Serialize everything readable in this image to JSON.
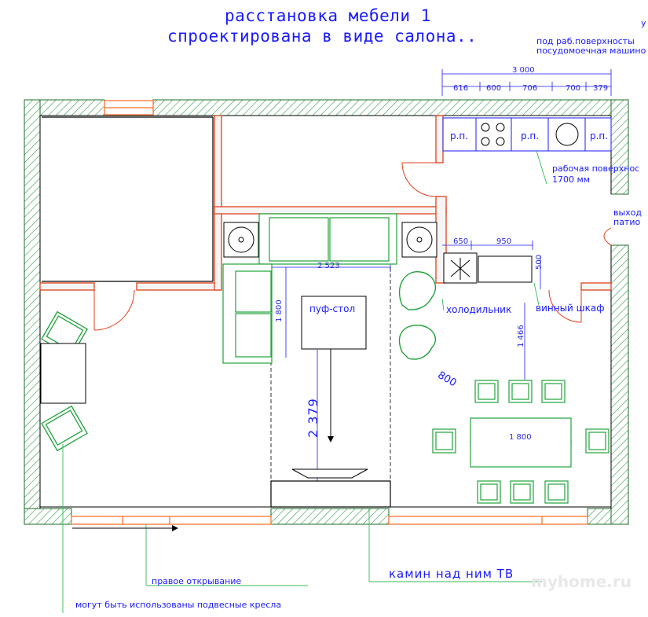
{
  "title": {
    "line1": "расстановка мебели 1",
    "line2": "спроектирована в виде салона.."
  },
  "notes": {
    "top_right_1": "под раб.поверхносты",
    "top_right_2": "посудомоечная машино",
    "top_right_corner": "у",
    "worktop_1": "рабочая поверхнос",
    "worktop_2": "1700 мм",
    "exit_1": "выход",
    "exit_2": "патио",
    "right_opening": "правое открывание",
    "chairs_note": "могут быть использованы подвесные кресла",
    "fireplace_note": "камин над ним ТВ",
    "watermark": "myhome.ru"
  },
  "labels": {
    "pouf_table": "пуф-стол",
    "fridge": "холодильник",
    "wine_cabinet": "винный шкаф",
    "rp1": "р.п.",
    "rp2": "р.п.",
    "rp3": "р.п."
  },
  "dimensions": {
    "total_width": "3 000",
    "seg1": "616",
    "seg2": "600",
    "seg3": "706",
    "seg4": "700",
    "seg5": "379",
    "fridge_w": "650",
    "wine_w": "950",
    "depth_500": "500",
    "sofa_depth": "1 800",
    "living_width": "2 523",
    "tv_distance": "2 379",
    "kitchen_to_table": "1 466",
    "table_len": "1 800",
    "diag_800": "800"
  },
  "colors": {
    "wall_outline": "#1c6b2a",
    "wall_hatch": "#2e9b46",
    "door_red": "#e0401a",
    "dimension_blue": "#1a1aff",
    "furniture_green": "#1fa33a",
    "leader_green": "#33bb55",
    "window_orange": "#ff6a20"
  }
}
